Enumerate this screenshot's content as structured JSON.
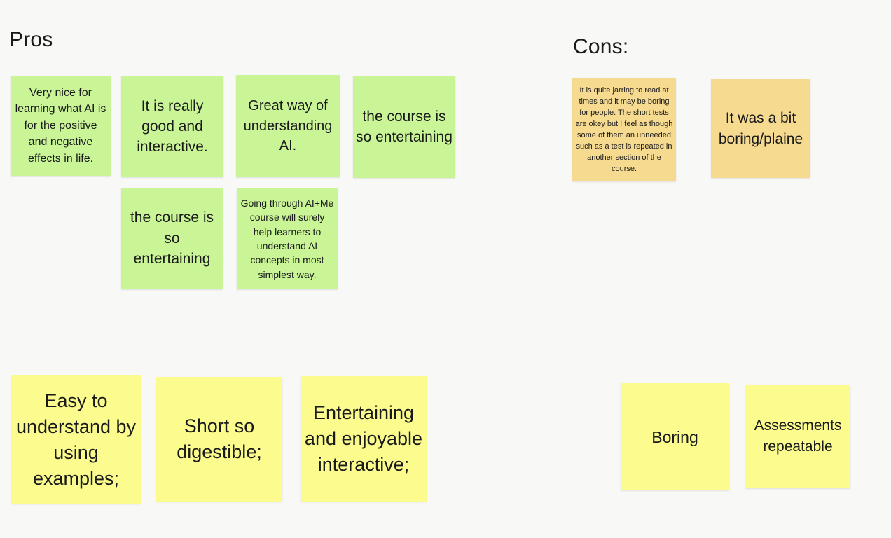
{
  "board": {
    "pros_heading": "Pros",
    "cons_heading": "Cons:",
    "colors": {
      "background": "#f8f8f7",
      "green_sticky": "#c9f597",
      "orange_sticky": "#f6da90",
      "yellow_sticky": "#fbfb8e"
    }
  },
  "pros": {
    "note_1": "Very nice for learning what AI is for the positive and negative effects in life.",
    "note_2": "It is really good and interactive.",
    "note_3": "Great way of understanding AI.",
    "note_4": "the course is so entertaining",
    "note_5": "the course is so entertaining",
    "note_6": "Going through AI+Me course will surely help learners to understand AI concepts in most simplest way.",
    "note_7": "Easy to understand by using examples;",
    "note_8": "Short so digestible;",
    "note_9": "Entertaining and enjoyable interactive;"
  },
  "cons": {
    "note_1": "It is quite jarring to read at times and it may be boring for people. The short tests are okey but I feel as though some of them an unneeded such as a test is repeated in another section of the course.",
    "note_2": "It was a bit boring/plaine",
    "note_3": "Boring",
    "note_4": "Assessments repeatable"
  }
}
